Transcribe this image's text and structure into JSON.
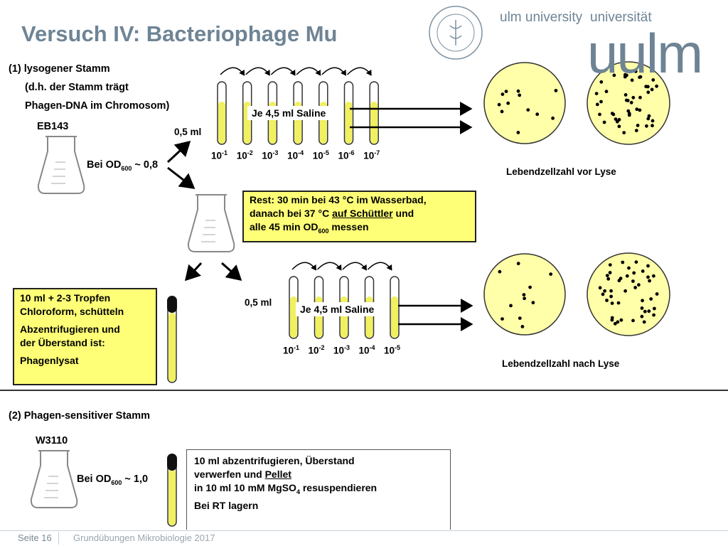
{
  "header": {
    "title": "Versuch IV: Bacteriophage Mu",
    "logo_text_left": "ulm university",
    "logo_text_right": "universität",
    "logo_big": "uulm",
    "seal_icon": "university-seal-icon"
  },
  "section1": {
    "heading": "(1) lysogener Stamm",
    "desc_line1": "(d.h. der Stamm trägt",
    "desc_line2": "Phagen-DNA im Chromosom)",
    "strain": "EB143",
    "od_prefix": "Bei OD",
    "od_sub": "600",
    "od_value": " ~ 0,8",
    "volume_label_top": "0,5 ml",
    "saline_top": "Je 4,5 ml Saline",
    "dilutions_top": [
      {
        "base": "10",
        "exp": "-1"
      },
      {
        "base": "10",
        "exp": "-2"
      },
      {
        "base": "10",
        "exp": "-3"
      },
      {
        "base": "10",
        "exp": "-4"
      },
      {
        "base": "10",
        "exp": "-5"
      },
      {
        "base": "10",
        "exp": "-6"
      },
      {
        "base": "10",
        "exp": "-7"
      }
    ],
    "plate_label_top": "Lebendzellzahl vor Lyse",
    "rest_box": {
      "line1": "Rest: 30 min bei 43 °C im  Wasserbad,",
      "line2_pre": "danach bei   37 °C ",
      "line2_u": "auf Schüttler",
      "line2_post": " und",
      "line3_pre": "alle 45 min OD",
      "line3_sub": "600",
      "line3_post": " messen"
    },
    "chloro_box": {
      "line1": "10 ml + 2-3 Tropfen",
      "line2": "Chloroform, schütteln",
      "line3": "Abzentrifugieren und",
      "line4": "der Überstand ist:",
      "line5": "Phagenlysat"
    },
    "volume_label_bottom": "0,5 ml",
    "saline_bottom": "Je 4,5 ml Saline",
    "dilutions_bottom": [
      {
        "base": "10",
        "exp": "-1"
      },
      {
        "base": "10",
        "exp": "-2"
      },
      {
        "base": "10",
        "exp": "-3"
      },
      {
        "base": "10",
        "exp": "-4"
      },
      {
        "base": "10",
        "exp": "-5"
      }
    ],
    "plate_label_bottom": "Lebendzellzahl nach Lyse"
  },
  "section2": {
    "heading": "(2) Phagen-sensitiver Stamm",
    "strain": "W3110",
    "od_prefix": "Bei OD",
    "od_sub": "600",
    "od_value": " ~ 1,0",
    "box": {
      "line1": "10 ml abzentrifugieren, Überstand",
      "line2_pre": "verwerfen und ",
      "line2_u": "Pellet",
      "line3_pre": "in 10 ml 10 mM MgSO",
      "line3_sub": "4",
      "line3_post": " resuspendieren",
      "line4": "Bei RT lagern"
    }
  },
  "footer": {
    "page": "Seite 16",
    "course": "Grundübungen Mikrobiologie 2017"
  },
  "colors": {
    "accent": "#6e8495",
    "yellow_fill": "#ffff77",
    "plate_fill": "#ffffaa",
    "tube_fill": "#f0f060"
  }
}
